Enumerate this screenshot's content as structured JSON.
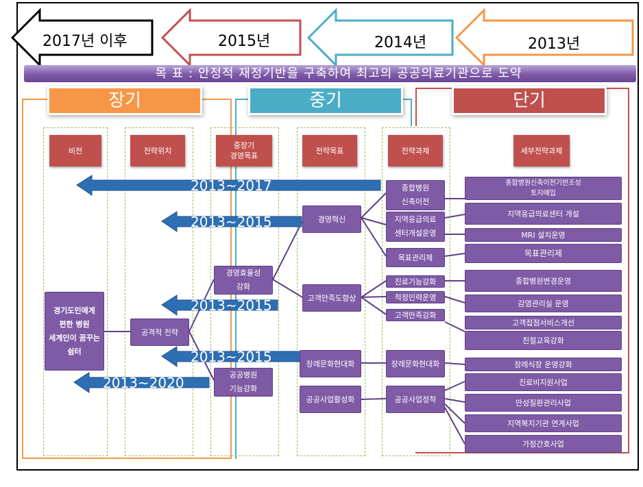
{
  "years": [
    "2017년 이후",
    "2015년",
    "2014년",
    "2013년"
  ],
  "goal": "목    표 : 안정적 재정기반을 구축하여 최고의 공공의료기관으로 도약",
  "terms": {
    "long": "장기",
    "mid": "중기",
    "short": "단기"
  },
  "colors": {
    "long": "#f79646",
    "mid": "#4bacc6",
    "short": "#c0504d",
    "box": "#7f5aa5",
    "arrow": "#2e6fb3"
  },
  "columns": [
    "비전",
    "전략위치",
    "중장기\n경영목표",
    "전략목표",
    "전략과제",
    "세부전략과제"
  ],
  "vision": "경기도민에게\n편한 병원\n세계인이 꿈꾸는\n쉼터",
  "position": "공격적 전략",
  "mid_goals": [
    "경영효율성\n강화",
    "공공병원\n기능강화"
  ],
  "strategic_goals": [
    "경영혁신",
    "고객만족도향상",
    "장례문화현대화",
    "공공사업활성화"
  ],
  "tasks": [
    "종합병원\n신축이전",
    "지역응급의료\n센터개설운영",
    "목표관리제",
    "진료기능강화",
    "적정인력운영",
    "고객만족강화",
    "장례문화현대화",
    "공공사업정착"
  ],
  "details": [
    "종합병원신축이전기반조성\n토지매입",
    "지역응급의료센터 개설",
    "MRI 설치운영",
    "목표관리제",
    "종합병원변경운영",
    "감염관리실 운영",
    "고객접점서비스개선",
    "친절교육강화",
    "장례식장  운영강화",
    "진료비지원사업",
    "만성질환관리사업",
    "지역복지기관 연계사업",
    "가정간호사업"
  ],
  "periods": [
    "2013~2017",
    "2013~2015",
    "2013~2015",
    "2013~2015",
    "2013~2020"
  ]
}
